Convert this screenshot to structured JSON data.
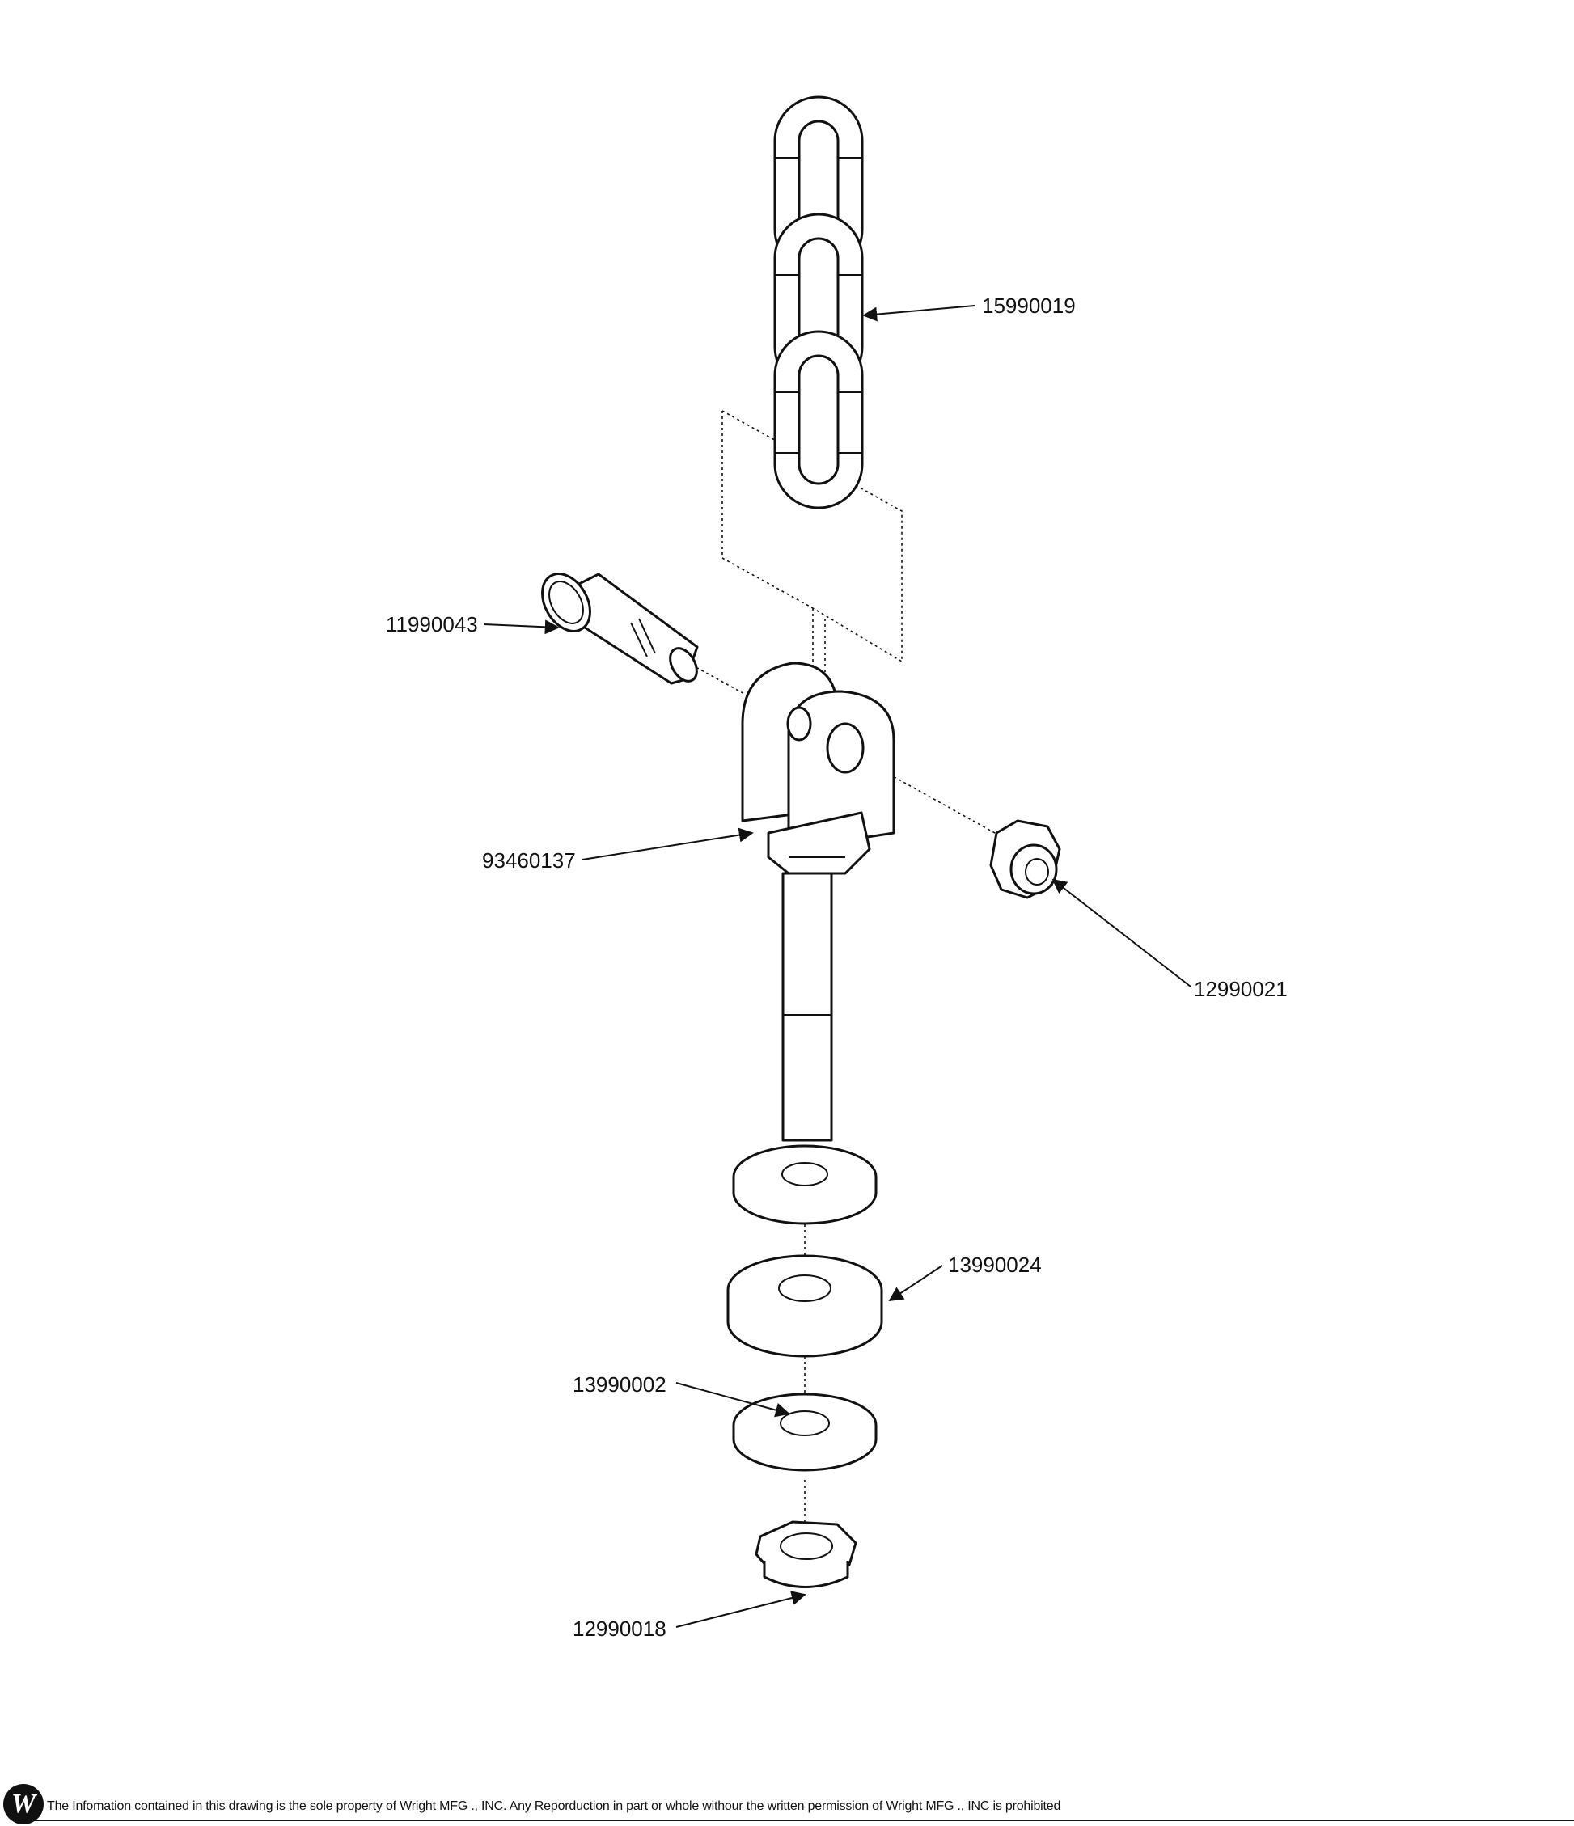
{
  "drawing": {
    "part_numbers": {
      "chain": "15990019",
      "clevis_pin": "11990043",
      "clevis_rod": "93460137",
      "lock_nut": "12990021",
      "thick_washer": "13990024",
      "flat_washer": "13990002",
      "hex_nut": "12990018"
    },
    "logo_text": "W"
  },
  "footer": {
    "notice": "The Infomation contained in this drawing is the sole property of Wright MFG ., INC. Any Reporduction in part or whole withour the written permission of Wright MFG ., INC is prohibited"
  }
}
